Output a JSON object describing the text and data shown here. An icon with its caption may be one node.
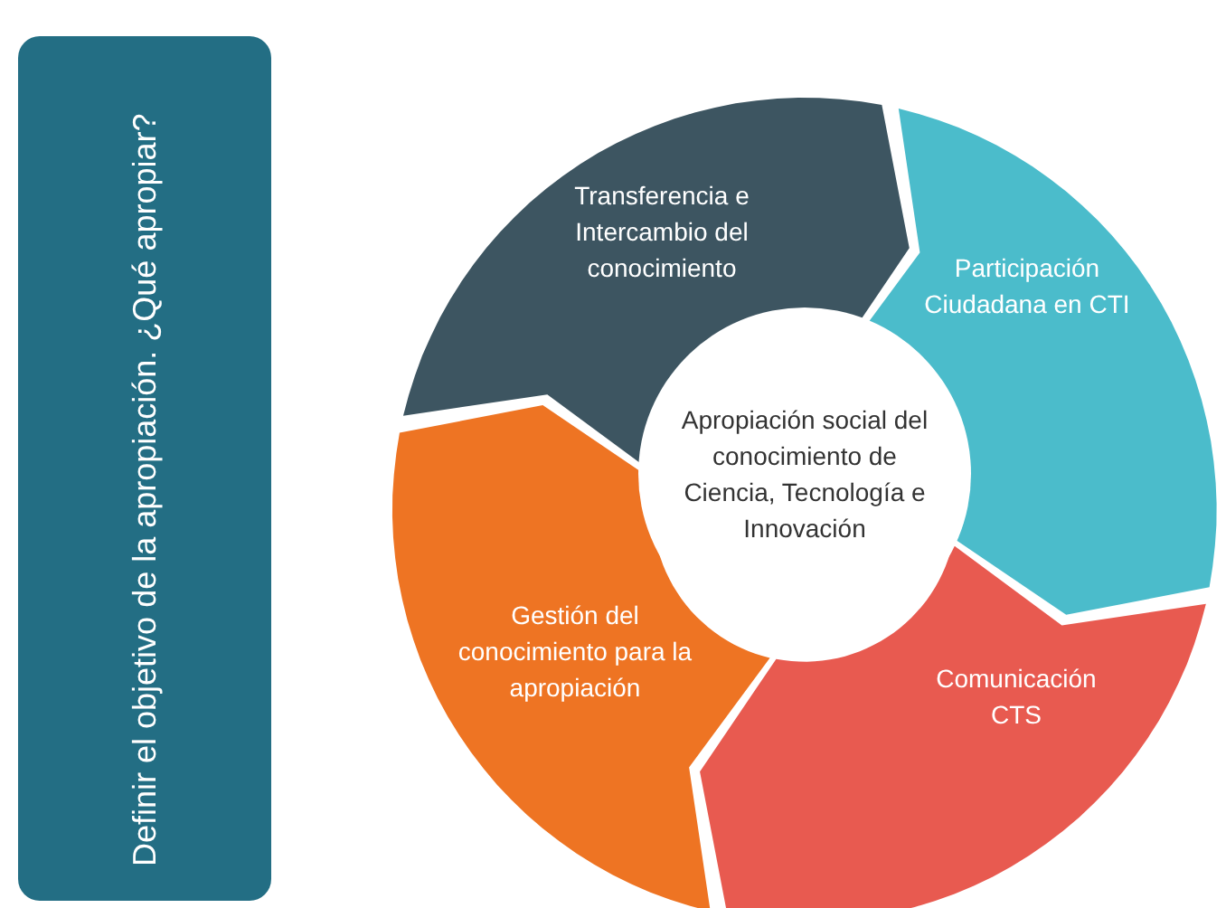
{
  "diagram": {
    "nodes": [
      {
        "text": [
          "Definir el objetivo de la apropiación. ¿Qué apropiar?"
        ]
      },
      {
        "text": [
          "Transferencia e Intercambio del conocimiento"
        ]
      },
      {
        "text": [
          "Participación Ciudadana en CTI"
        ]
      },
      {
        "text": [
          "Comunicación CTS"
        ]
      },
      {
        "text": [
          "Gestión del conocimiento para la apropiación"
        ]
      },
      {
        "text": [
          "Apropiación social del conocimiento de Ciencia, Tecnología e Innovación"
        ]
      }
    ]
  }
}
